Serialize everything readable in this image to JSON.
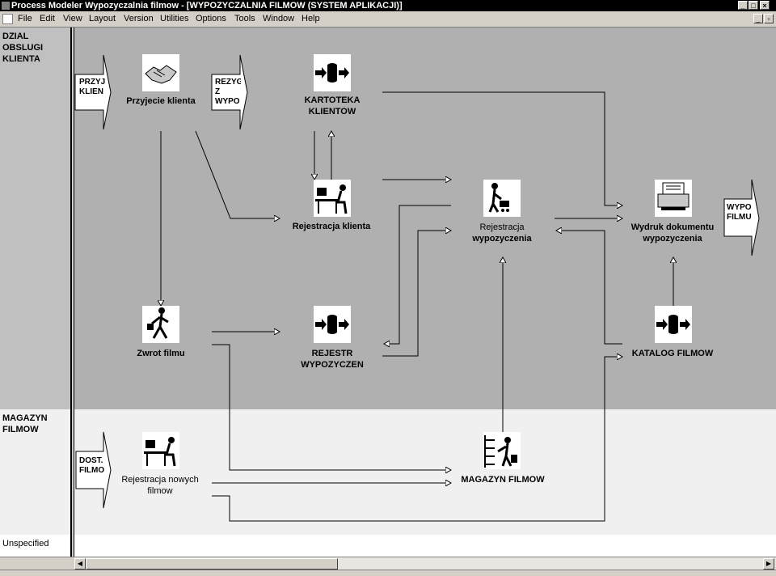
{
  "window": {
    "title": "Process Modeler Wypozyczalnia filmow - [WYPOZYCZALNIA FILMOW (SYSTEM APLIKACJI)]"
  },
  "menu": [
    {
      "label": "File",
      "key": "F"
    },
    {
      "label": "Edit",
      "key": "E"
    },
    {
      "label": "View",
      "key": "V"
    },
    {
      "label": "Layout",
      "key": "L"
    },
    {
      "label": "Version",
      "key": "e"
    },
    {
      "label": "Utilities",
      "key": "U"
    },
    {
      "label": "Options",
      "key": "O"
    },
    {
      "label": "Tools",
      "key": "T"
    },
    {
      "label": "Window",
      "key": "W"
    },
    {
      "label": "Help",
      "key": "H"
    }
  ],
  "swimlanes": [
    {
      "label": "DZIAL OBSLUGI KLIENTA"
    },
    {
      "label": "MAGAZYN FILMOW"
    },
    {
      "label": "Unspecified"
    }
  ],
  "nodes": {
    "przyjecie": {
      "label": "Przyjecie klienta",
      "icon": "handshake-icon"
    },
    "kartoteka": {
      "line1": "KARTOTEKA",
      "line2": "KLIENTOW",
      "icon": "datastore-icon"
    },
    "rejestracja_klienta": {
      "label": "Rejestracja klienta",
      "icon": "desk-worker-icon"
    },
    "rejestracja_wyp": {
      "line1": "Rejestracja",
      "line2": "wypozyczenia",
      "icon": "cart-worker-icon"
    },
    "wydruk": {
      "line1": "Wydruk dokumentu",
      "line2": "wypozyczenia",
      "icon": "printer-icon"
    },
    "zwrot": {
      "label": "Zwrot filmu",
      "icon": "walking-person-icon"
    },
    "rejestr": {
      "line1": "REJESTR",
      "line2": "WYPOZYCZEN",
      "icon": "datastore-icon"
    },
    "katalog": {
      "label": "KATALOG FILMOW",
      "icon": "datastore-icon"
    },
    "rejestracja_nowych": {
      "line1": "Rejestracja nowych",
      "line2": "filmow",
      "icon": "desk-worker-icon"
    },
    "magazyn": {
      "label": "MAGAZYN FILMOW",
      "icon": "shelf-worker-icon"
    }
  },
  "externals": {
    "przyj": {
      "line1": "PRZYJ",
      "line2": "KLIEN"
    },
    "rezyg": {
      "line1": "REZYG",
      "line2": "Z",
      "line3": "WYPO"
    },
    "wypo": {
      "line1": "WYPO",
      "line2": "FILMU"
    },
    "dost": {
      "line1": "DOST.",
      "line2": "FILMO"
    }
  },
  "colors": {
    "lane_primary": "#b0b0b0",
    "lane_secondary": "#f0f0f0",
    "chrome": "#d4d0c8",
    "titlebar": "#000000"
  }
}
